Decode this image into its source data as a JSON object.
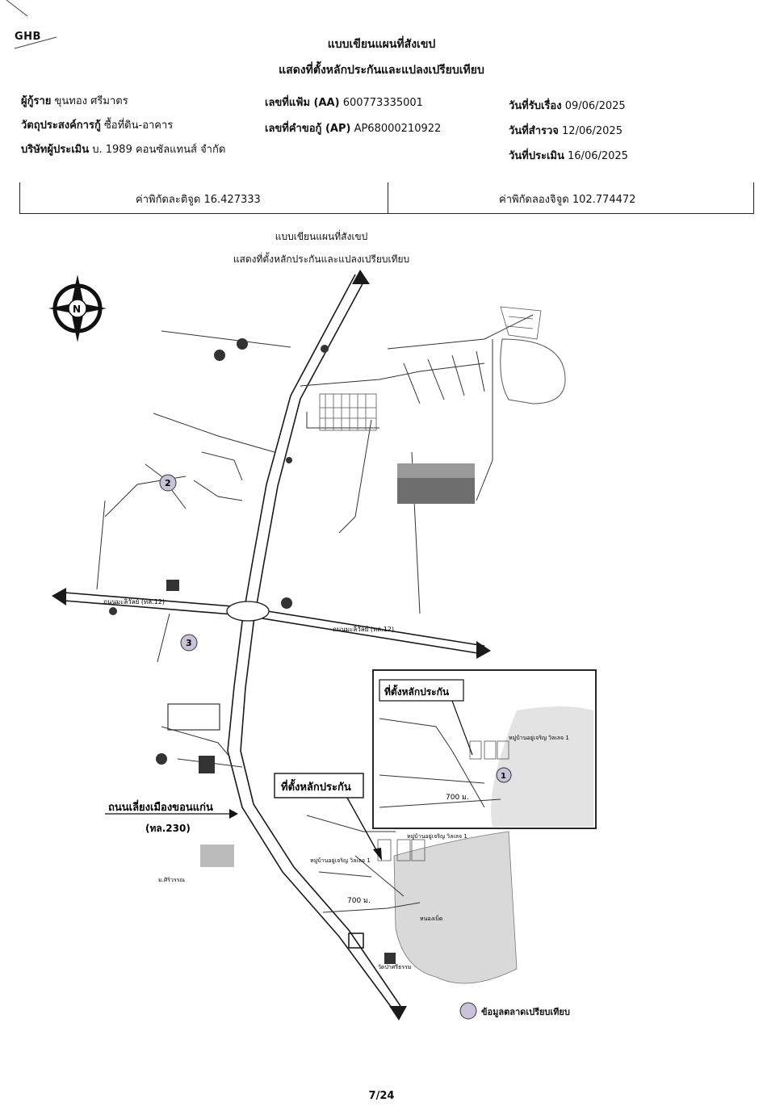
{
  "header": {
    "logo": "GHB",
    "title_line1": "แบบเขียนแผนที่สังเขป",
    "title_line2": "แสดงที่ตั้งหลักประกันและแปลงเปรียบเทียบ"
  },
  "info": {
    "borrower_label": "ผู้กู้ราย",
    "borrower_value": "ขุนทอง ศรีมาตร",
    "purpose_label": "วัตถุประสงค์การกู้",
    "purpose_value": "ซื้อที่ดิน-อาคาร",
    "appraiser_label": "บริษัทผู้ประเมิน",
    "appraiser_value": "บ. 1989 คอนซัลแทนส์ จำกัด",
    "file_no_label": "เลขที่แฟ้ม (AA)",
    "file_no_value": "600773335001",
    "request_no_label": "เลขที่คำขอกู้ (AP)",
    "request_no_value": "AP68000210922",
    "received_label": "วันที่รับเรื่อง",
    "received_value": "09/06/2025",
    "survey_label": "วันที่สำรวจ",
    "survey_value": "12/06/2025",
    "appraised_label": "วันที่ประเมิน",
    "appraised_value": "16/06/2025"
  },
  "coordinates": {
    "lat_label": "ค่าพิกัดละติจูด",
    "lat_value": "16.427333",
    "lon_label": "ค่าพิกัดลองจิจูด",
    "lon_value": "102.774472"
  },
  "map": {
    "title_line1": "แบบเขียนแผนที่สังเขป",
    "title_line2": "แสดงที่ตั้งหลักประกันและแปลงเปรียบเทียบ",
    "compass_label": "N",
    "highway_label": "ถนนเลี่ยงเมืองขอนแก่น",
    "highway_number": "(ทล.230)",
    "collateral_label": "ที่ตั้งหลักประกัน",
    "inset_collateral_label": "ที่ตั้งหลักประกัน",
    "distance_label": "700 ม.",
    "inset_distance_label": "700 ม.",
    "road_12_left": "ถนนมะลิวัลย์ (ทล.12)",
    "road_12_right": "ถนนมะลิวัลย์ (ทล.12)",
    "markers": [
      "1",
      "2",
      "3"
    ],
    "inset_marker": "1",
    "place_labels": {
      "village_1": "หมู่บ้านอยู่เจริญ วิลเลจ 1",
      "village_1b": "หมู่บ้านอยู่เจริญ วิลเลจ 1",
      "village_2": "หมู่บ้านอยู่เจริญ วิลเลจ 1",
      "temple": "วัดป่าศรีธรรม",
      "ban_pet": "หนองเบ็ด",
      "sirawan": "ม.ศิริวรรณ"
    }
  },
  "legend": {
    "marker_text": "ข้อมูลตลาดเปรียบเทียบ",
    "marker_color": "#c9c3d9"
  },
  "footer": {
    "page": "7/24"
  },
  "colors": {
    "road": "#1a1a1a",
    "shaded_area": "#d9d9d9",
    "photo": "#6e6e6e"
  }
}
